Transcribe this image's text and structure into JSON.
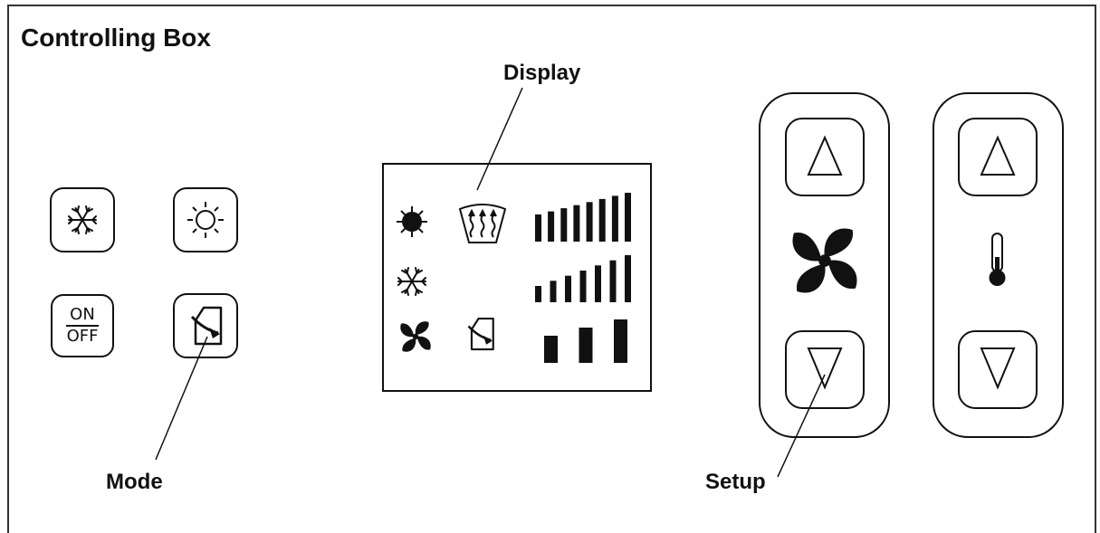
{
  "title": "Controlling Box",
  "labels": {
    "display": "Display",
    "mode": "Mode",
    "setup": "Setup"
  },
  "buttons": {
    "on": "ON",
    "off": "OFF"
  },
  "icons": {
    "cool": "snowflake-icon",
    "heat": "sun-icon",
    "mode": "mode-icon",
    "fan": "fan-icon",
    "temperature": "thermometer-icon",
    "up": "triangle-up-icon",
    "down": "triangle-down-icon",
    "defrost": "defrost-icon"
  },
  "display": {
    "upper_level_bars": 8,
    "middle_level_bars": 7,
    "fan_speed_bars": 3
  },
  "colors": {
    "line": "#111111",
    "fill": "#ffffff"
  }
}
